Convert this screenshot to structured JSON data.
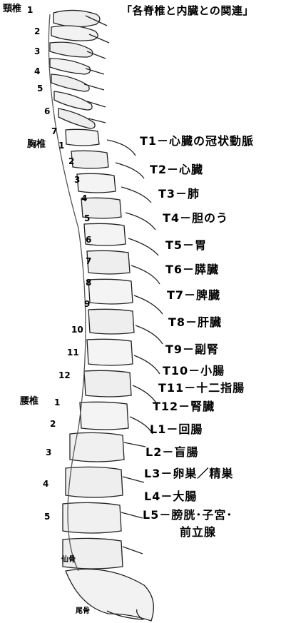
{
  "title": "「各脊椎と内臓との関連」",
  "regions": {
    "cervical": "頸椎",
    "thoracic": "胸椎",
    "lumbar": "腰椎",
    "sacrum": "仙骨",
    "coccyx": "尾骨"
  },
  "cervical_numbers": [
    "1",
    "2",
    "3",
    "4",
    "5",
    "6",
    "7"
  ],
  "thoracic_numbers": [
    "1",
    "2",
    "3",
    "4",
    "5",
    "6",
    "7",
    "8",
    "9",
    "10",
    "11",
    "12"
  ],
  "lumbar_numbers": [
    "1",
    "2",
    "3",
    "4",
    "5"
  ],
  "organ_labels": [
    "T1－心臓の冠状動脈",
    "T2－心臓",
    "T3－肺",
    "T4－胆のう",
    "T5－胃",
    "T6－膵臓",
    "T7－脾臓",
    "T8－肝臓",
    "T9－副腎",
    "T10－小腸",
    "T11－十二指腸",
    "T12－腎臓",
    "L1－回腸",
    "L2－盲腸",
    "L3－卵巣／精巣",
    "L4－大腸",
    "L5－膀胱･子宮･",
    "前立腺"
  ]
}
